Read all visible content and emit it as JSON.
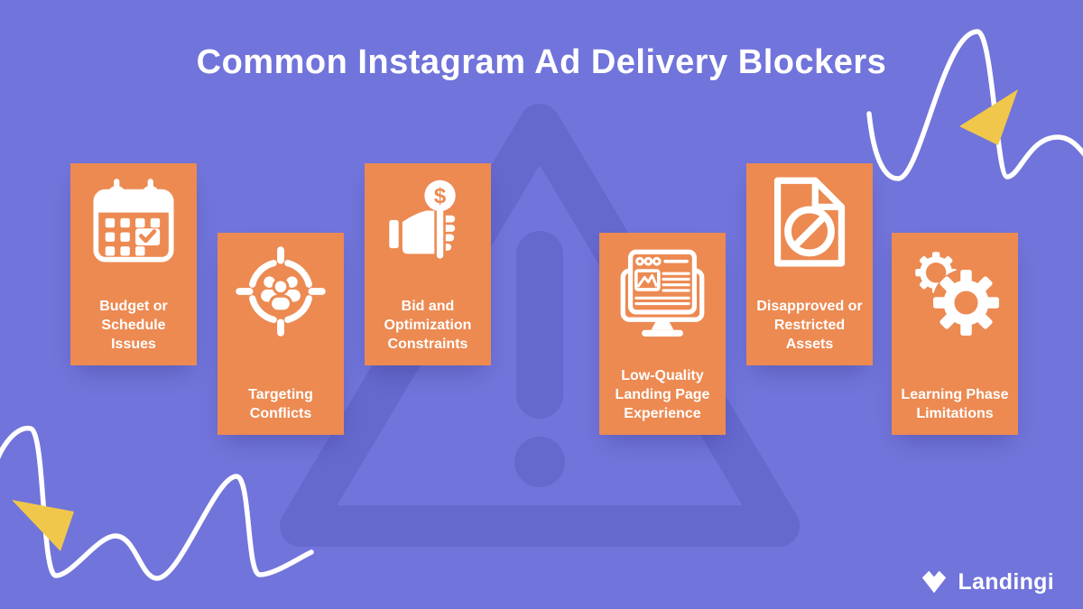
{
  "title": "Common Instagram Ad Delivery Blockers",
  "cards": [
    {
      "label": "Budget or\nSchedule Issues",
      "icon": "calendar-check"
    },
    {
      "label": "Targeting\nConflicts",
      "icon": "audience-target"
    },
    {
      "label": "Bid and\nOptimization\nConstraints",
      "icon": "bid-paddle-dollar"
    },
    {
      "label": "Low-Quality\nLanding Page\nExperience",
      "icon": "landing-page-monitor"
    },
    {
      "label": "Disapproved or\nRestricted\nAssets",
      "icon": "blocked-document"
    },
    {
      "label": "Learning Phase\nLimitations",
      "icon": "gears"
    }
  ],
  "icons": {
    "currency_symbol": "$"
  },
  "decorations": [
    "warning-triangle-watermark",
    "squiggle-top-right",
    "yellow-triangle-top-right",
    "squiggle-bottom-left",
    "yellow-triangle-bottom-left"
  ],
  "logo": {
    "text": "Landingi"
  },
  "colors": {
    "background": "#7174DA",
    "card": "#EC8A52",
    "watermark": "#6568CD",
    "accent_yellow": "#F0C74B",
    "text": "#FFFFFF"
  }
}
